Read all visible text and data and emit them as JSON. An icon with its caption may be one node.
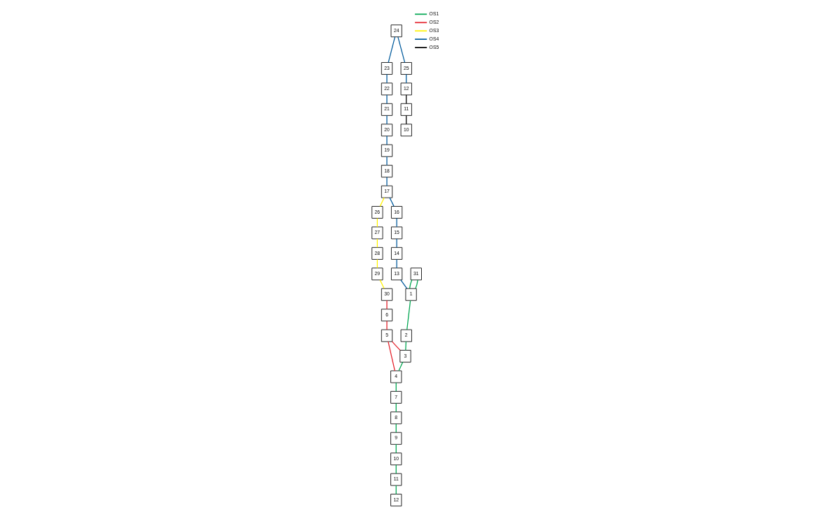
{
  "diagram": {
    "nodes": [
      {
        "text": [
          "12"
        ]
      },
      {
        "text": [
          "24"
        ]
      },
      {
        "text": [
          "23"
        ]
      },
      {
        "text": [
          "22"
        ]
      },
      {
        "text": [
          "21"
        ]
      },
      {
        "text": [
          "20"
        ]
      },
      {
        "text": [
          "19"
        ]
      },
      {
        "text": [
          "18"
        ]
      },
      {
        "text": [
          "17"
        ]
      },
      {
        "text": [
          "26"
        ]
      },
      {
        "text": [
          "27"
        ]
      },
      {
        "text": [
          "28"
        ]
      },
      {
        "text": [
          "29"
        ]
      },
      {
        "text": [
          "30"
        ]
      },
      {
        "text": [
          "11"
        ]
      },
      {
        "text": [
          "25"
        ]
      },
      {
        "text": [
          "16"
        ]
      },
      {
        "text": [
          "6"
        ]
      },
      {
        "text": [
          "10"
        ]
      },
      {
        "text": [
          "9"
        ]
      },
      {
        "text": [
          "12"
        ]
      },
      {
        "text": [
          "15"
        ]
      },
      {
        "text": [
          "5"
        ]
      },
      {
        "text": [
          "8"
        ]
      },
      {
        "text": [
          "7"
        ]
      },
      {
        "text": [
          "14"
        ]
      },
      {
        "text": [
          "3"
        ]
      },
      {
        "text": [
          "4"
        ]
      },
      {
        "text": [
          "11"
        ]
      },
      {
        "text": [
          "13"
        ]
      },
      {
        "text": [
          "2"
        ]
      },
      {
        "text": [
          "10"
        ]
      },
      {
        "text": [
          "31"
        ]
      },
      {
        "text": [
          "1"
        ]
      }
    ],
    "edges": [
      {
        "from": 1,
        "to": 2,
        "arrow": "none",
        "color": "#005a9c"
      },
      {
        "from": 2,
        "to": 3,
        "arrow": "none",
        "color": "#005a9c"
      },
      {
        "from": 3,
        "to": 4,
        "arrow": "none",
        "color": "#005a9c"
      },
      {
        "from": 4,
        "to": 5,
        "arrow": "none",
        "color": "#005a9c"
      },
      {
        "from": 5,
        "to": 6,
        "arrow": "none",
        "color": "#005a9c"
      },
      {
        "from": 6,
        "to": 7,
        "arrow": "none",
        "color": "#005a9c"
      },
      {
        "from": 7,
        "to": 8,
        "arrow": "none",
        "color": "#005a9c"
      },
      {
        "from": 8,
        "to": 9,
        "arrow": "none",
        "color": "#fff200"
      },
      {
        "from": 9,
        "to": 10,
        "arrow": "none",
        "color": "#fff200"
      },
      {
        "from": 10,
        "to": 11,
        "arrow": "none",
        "color": "#fff200"
      },
      {
        "from": 11,
        "to": 12,
        "arrow": "none",
        "color": "#fff200"
      },
      {
        "from": 12,
        "to": 13,
        "arrow": "none",
        "color": "#fff200"
      },
      {
        "from": 1,
        "to": 15,
        "arrow": "none",
        "color": "#005a9c"
      },
      {
        "from": 15,
        "to": 20,
        "arrow": "none",
        "color": "#005a9c"
      },
      {
        "from": 20,
        "to": 28,
        "arrow": "none",
        "color": "#000000"
      },
      {
        "from": 28,
        "to": 31,
        "arrow": "none",
        "color": "#000000"
      },
      {
        "from": 8,
        "to": 16,
        "arrow": "none",
        "color": "#005a9c"
      },
      {
        "from": 16,
        "to": 21,
        "arrow": "none",
        "color": "#005a9c"
      },
      {
        "from": 21,
        "to": 25,
        "arrow": "none",
        "color": "#005a9c"
      },
      {
        "from": 25,
        "to": 29,
        "arrow": "none",
        "color": "#005a9c"
      },
      {
        "from": 29,
        "to": 33,
        "arrow": "none",
        "color": "#005a9c"
      },
      {
        "from": 13,
        "to": 17,
        "arrow": "none",
        "color": "#e4202a"
      },
      {
        "from": 17,
        "to": 22,
        "arrow": "none",
        "color": "#e4202a"
      },
      {
        "from": 22,
        "to": 26,
        "arrow": "none",
        "color": "#e4202a"
      },
      {
        "from": 22,
        "to": 27,
        "arrow": "none",
        "color": "#e4202a"
      },
      {
        "from": 32,
        "to": 33,
        "arrow": "none",
        "color": "#00a651"
      },
      {
        "from": 32,
        "to": 33,
        "arrow": "none",
        "color": "#00a651"
      },
      {
        "from": 33,
        "to": 30,
        "arrow": "none",
        "color": "#00a651"
      },
      {
        "from": 30,
        "to": 26,
        "arrow": "none",
        "color": "#00a651"
      },
      {
        "from": 26,
        "to": 27,
        "arrow": "none",
        "color": "#00a651"
      },
      {
        "from": 27,
        "to": 24,
        "arrow": "none",
        "color": "#00a651"
      },
      {
        "from": 24,
        "to": 23,
        "arrow": "none",
        "color": "#00a651"
      },
      {
        "from": 23,
        "to": 19,
        "arrow": "none",
        "color": "#00a651"
      },
      {
        "from": 19,
        "to": 18,
        "arrow": "none",
        "color": "#00a651"
      },
      {
        "from": 18,
        "to": 14,
        "arrow": "none",
        "color": "#00a651"
      },
      {
        "from": 14,
        "to": 0,
        "arrow": "none",
        "color": "#00a651"
      }
    ],
    "legend": [
      {
        "text": "OS1",
        "color": "#00a651"
      },
      {
        "text": "OS2",
        "color": "#e4202a"
      },
      {
        "text": "OS3",
        "color": "#fff200"
      },
      {
        "text": "OS4",
        "color": "#005a9c"
      },
      {
        "text": "OS5",
        "color": "#000000"
      }
    ]
  }
}
